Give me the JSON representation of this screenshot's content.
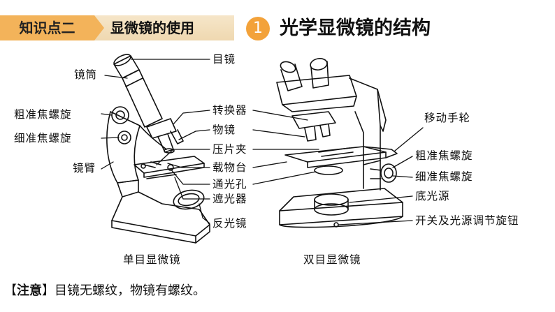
{
  "header": {
    "section_tag": "知识点二",
    "section_topic": "显微镜的使用",
    "item_number": "1",
    "item_title": "光学显微镜的结构"
  },
  "colors": {
    "accent": "#f3a23a",
    "banner_bg": "#f3e0bf"
  },
  "monocular": {
    "caption": "单目显微镜",
    "labels_left": [
      "镜筒",
      "粗准焦螺旋",
      "细准焦螺旋",
      "镜臂"
    ],
    "labels_right": [
      "目镜",
      "转换器",
      "物镜",
      "压片夹",
      "载物台",
      "通光孔",
      "遮光器",
      "反光镜"
    ]
  },
  "binocular": {
    "caption": "双目显微镜",
    "labels_right": [
      "移动手轮",
      "粗准焦螺旋",
      "细准焦螺旋",
      "底光源",
      "开关及光源调节旋钮"
    ]
  },
  "note": {
    "bracket_open": "【",
    "keyword": "注意",
    "bracket_close": "】",
    "text": "目镜无螺纹，物镜有螺纹。"
  }
}
